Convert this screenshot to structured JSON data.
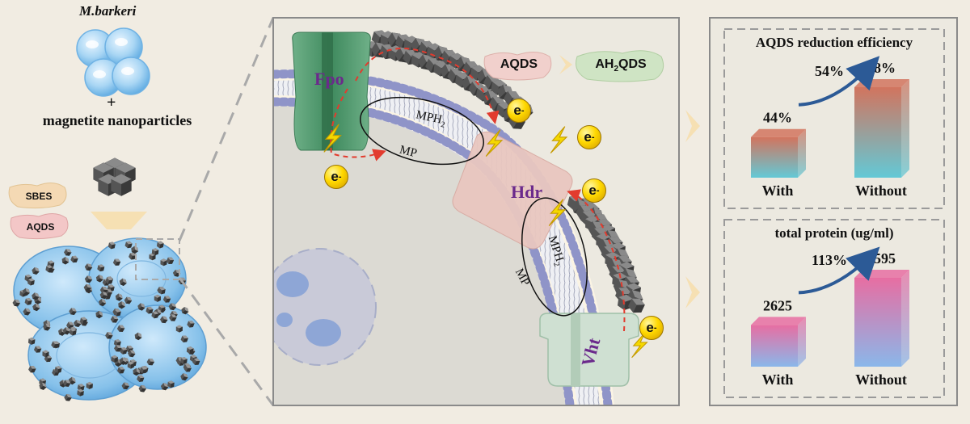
{
  "left": {
    "organism": "M.barkeri",
    "plus": "+",
    "nanoparticles": "magnetite nanoparticles",
    "sbes": "SBES",
    "aqds": "AQDS"
  },
  "center": {
    "fpo": "Fpo",
    "hdr": "Hdr",
    "vht": "Vht",
    "mph2_top": "MPH",
    "mp_top": "MP",
    "mph2_bottom": "MPH",
    "mp_bottom": "MP",
    "sub2": "2",
    "aqds": "AQDS",
    "ah2qds_prefix": "AH",
    "ah2qds_sub": "2",
    "ah2qds_suffix": "QDS",
    "electron": "e",
    "electron_sup": "-"
  },
  "chart_data": [
    {
      "type": "bar",
      "title": "AQDS reduction efficiency",
      "categories": [
        "With",
        "Without"
      ],
      "values": [
        44,
        98
      ],
      "value_labels": [
        "44%",
        "98%"
      ],
      "increase_label": "54%",
      "colors": {
        "top": "#d2745e",
        "bottom": "#63c9d6"
      }
    },
    {
      "type": "bar",
      "title": "total protein (ug/ml)",
      "categories": [
        "With",
        "Without"
      ],
      "values": [
        2625,
        5595
      ],
      "value_labels": [
        "2625",
        "5595"
      ],
      "increase_label": "113%",
      "colors": {
        "top": "#e76ea2",
        "bottom": "#8ab7ea"
      }
    }
  ]
}
